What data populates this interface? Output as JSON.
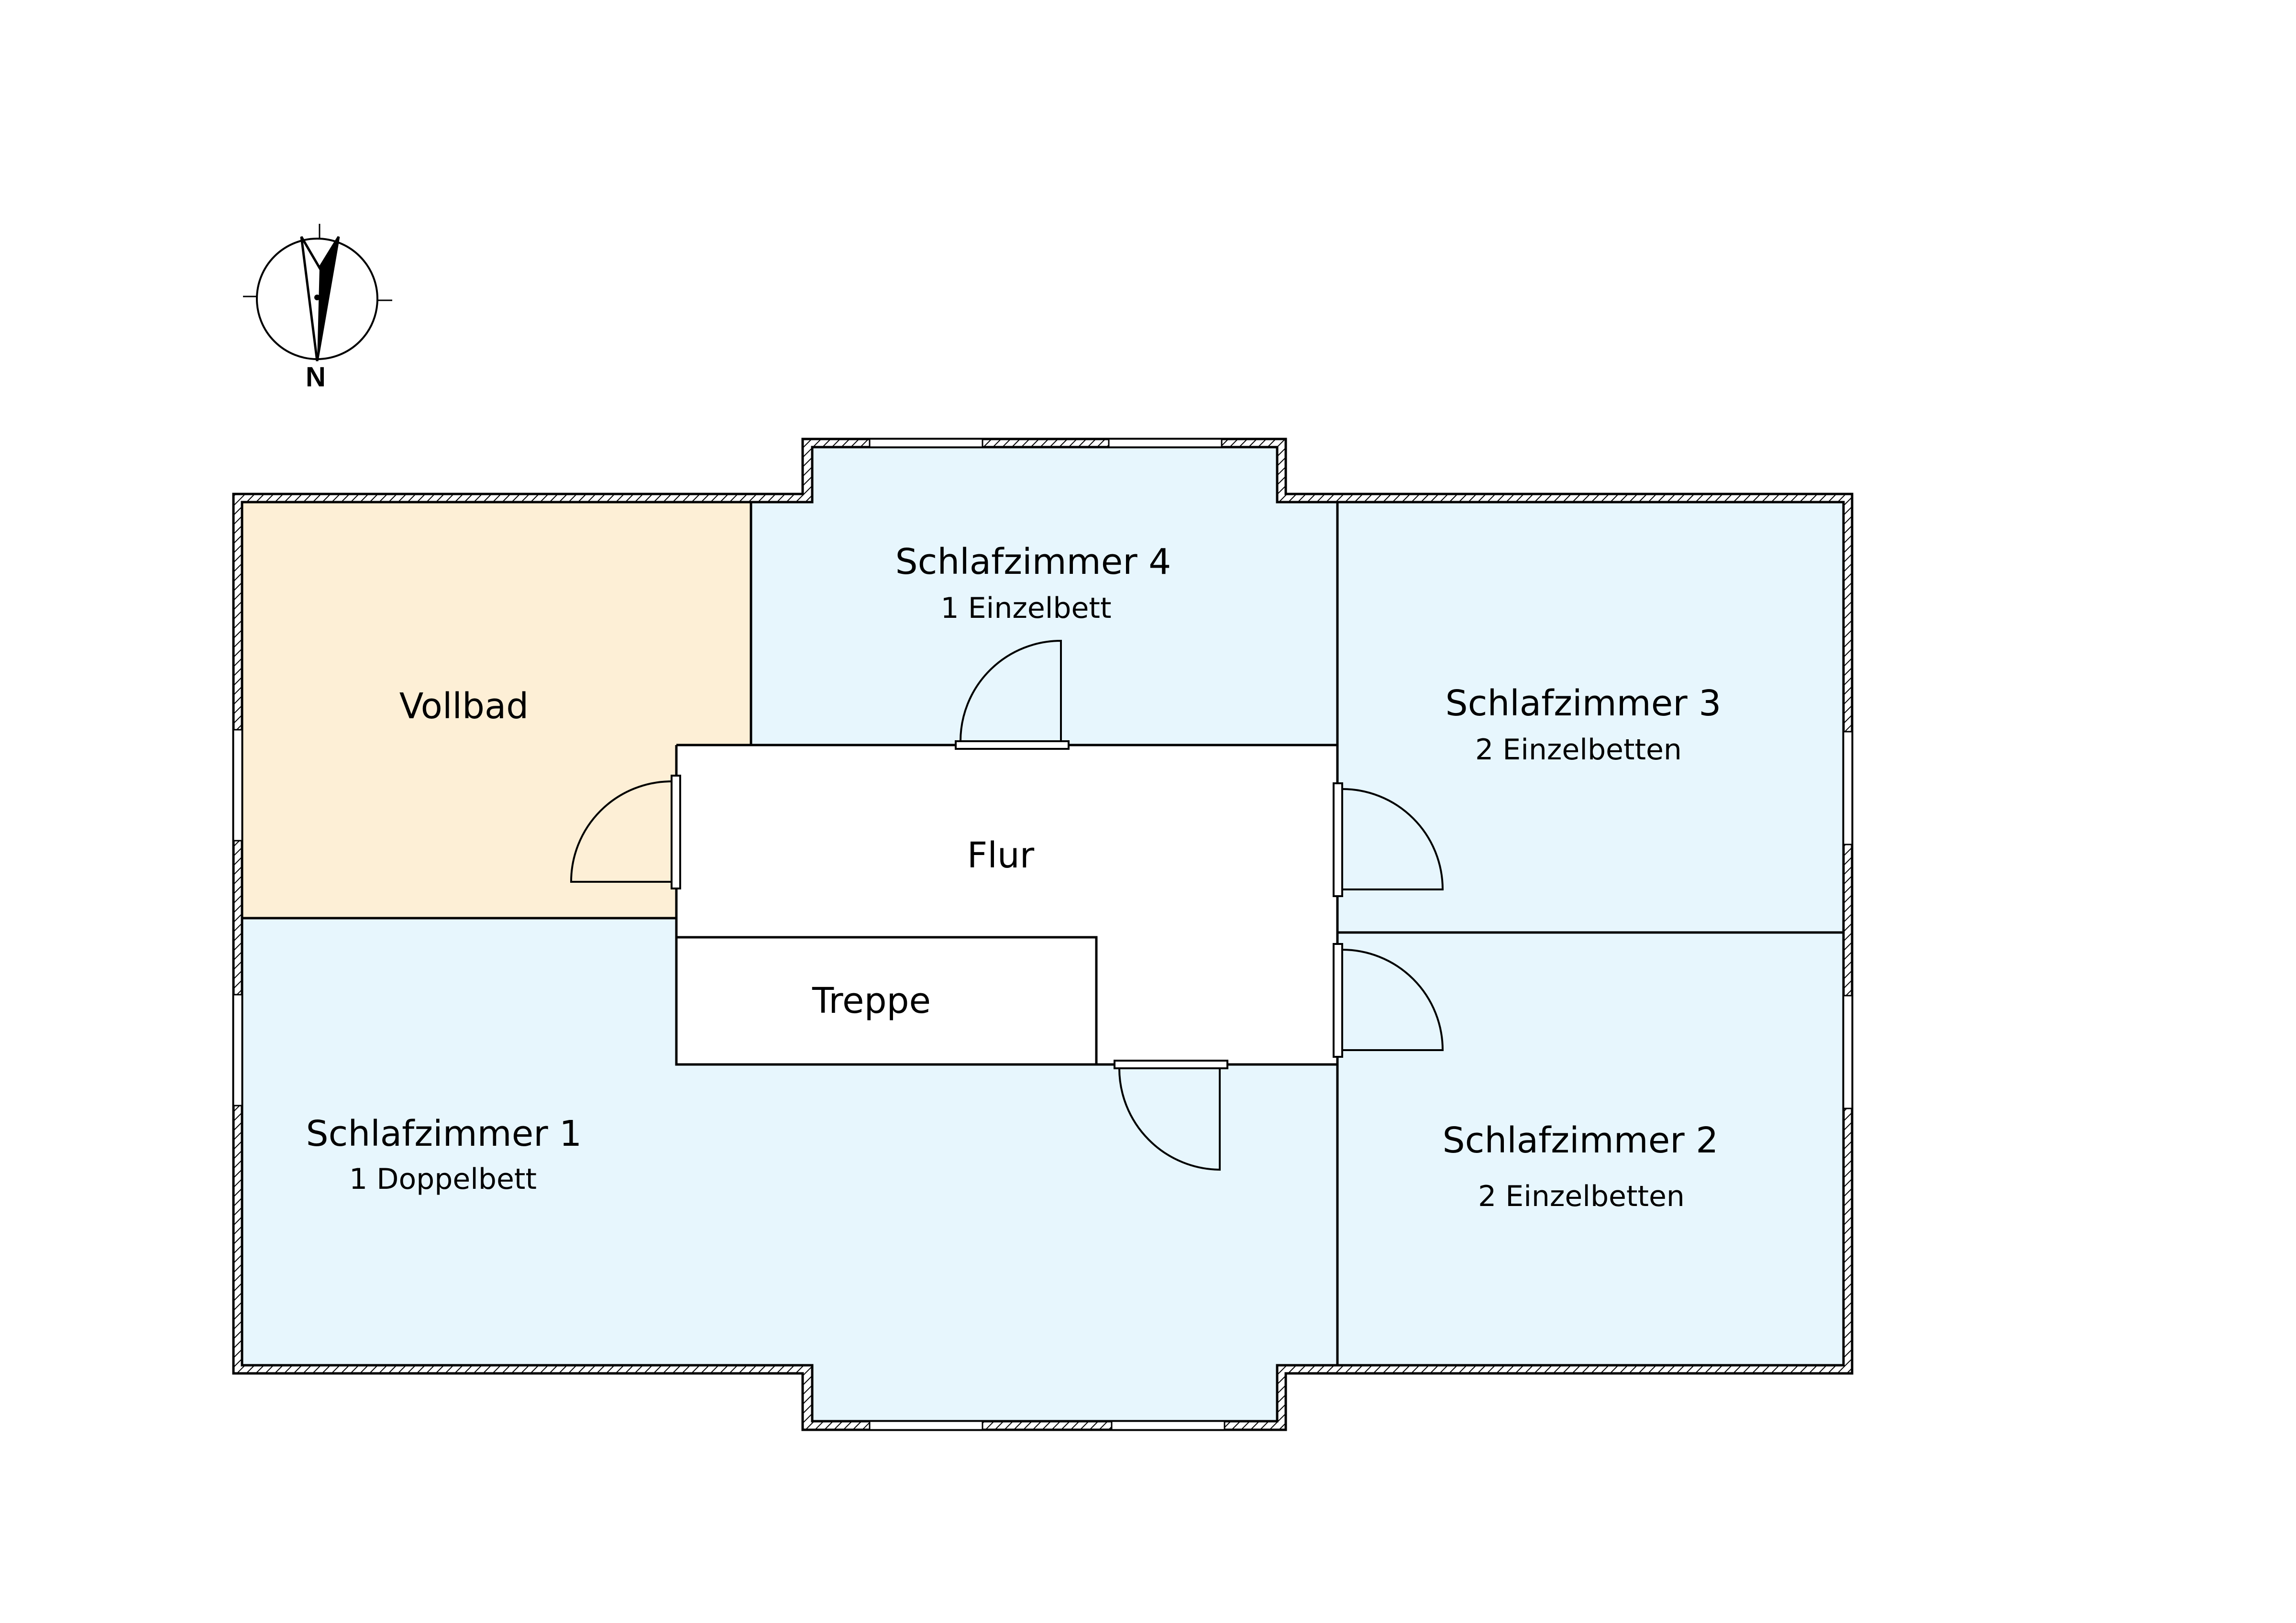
{
  "compass": {
    "label": "N"
  },
  "colors": {
    "bedroom_fill": "#e7f6fd",
    "bath_fill": "#fdefd6",
    "hall_fill": "#ffffff",
    "wall_stroke": "#000000"
  },
  "rooms": {
    "vollbad": {
      "name": "Vollbad"
    },
    "schlafzimmer4": {
      "name": "Schlafzimmer 4",
      "sub": "1 Einzelbett"
    },
    "schlafzimmer3": {
      "name": "Schlafzimmer 3",
      "sub": "2 Einzelbetten"
    },
    "schlafzimmer2": {
      "name": "Schlafzimmer 2",
      "sub": "2 Einzelbetten"
    },
    "schlafzimmer1": {
      "name": "Schlafzimmer 1",
      "sub": "1 Doppelbett"
    },
    "flur": {
      "name": "Flur"
    },
    "treppe": {
      "name": "Treppe"
    }
  }
}
